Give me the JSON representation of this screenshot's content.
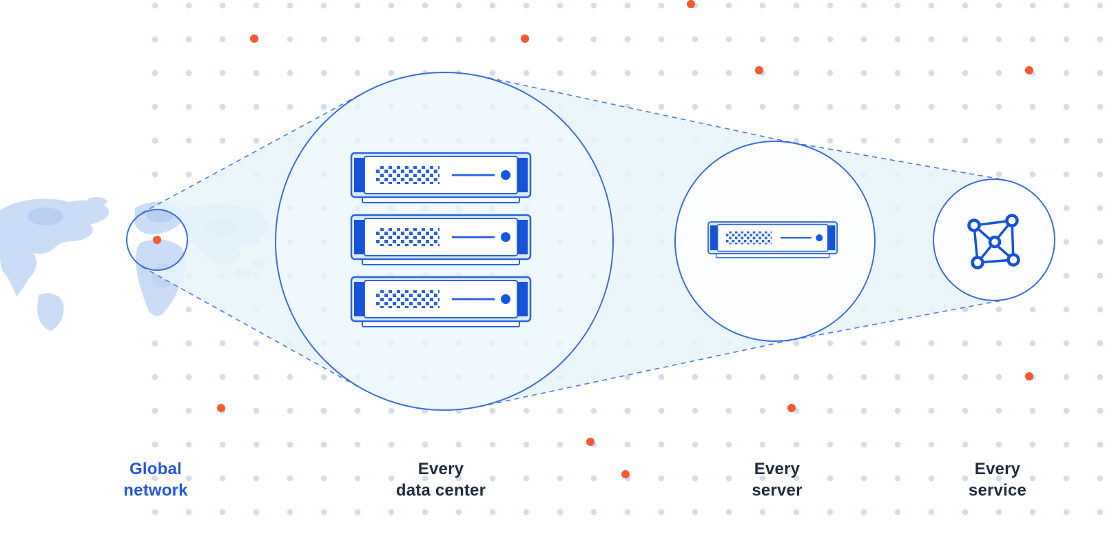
{
  "diagram": {
    "name": "Global network zoom diagram",
    "stages": [
      {
        "id": "global-network",
        "icon": "world-map-highlight-icon",
        "label": "Global network",
        "label_lines": [
          "Global",
          "network"
        ]
      },
      {
        "id": "every-data-center",
        "icon": "server-stack-icon",
        "label": "Every data center",
        "label_lines": [
          "Every",
          "data center"
        ]
      },
      {
        "id": "every-server",
        "icon": "server-unit-icon",
        "label": "Every server",
        "label_lines": [
          "Every",
          "server"
        ]
      },
      {
        "id": "every-service",
        "icon": "network-mesh-icon",
        "label": "Every service",
        "label_lines": [
          "Every",
          "service"
        ]
      }
    ],
    "colors": {
      "brand_blue": "#2b62dd",
      "deep_blue": "#1553d8",
      "circle_stroke": "#3b6be0",
      "dashed_line": "#4b7be0",
      "cone_fill": "#e7f5fa",
      "label_dark": "#202c3f",
      "label_blue": "#2457e0",
      "accent_orange": "#f15a32",
      "grid_dot": "#d6dcea",
      "map_fill": "#c9dcf6"
    }
  }
}
